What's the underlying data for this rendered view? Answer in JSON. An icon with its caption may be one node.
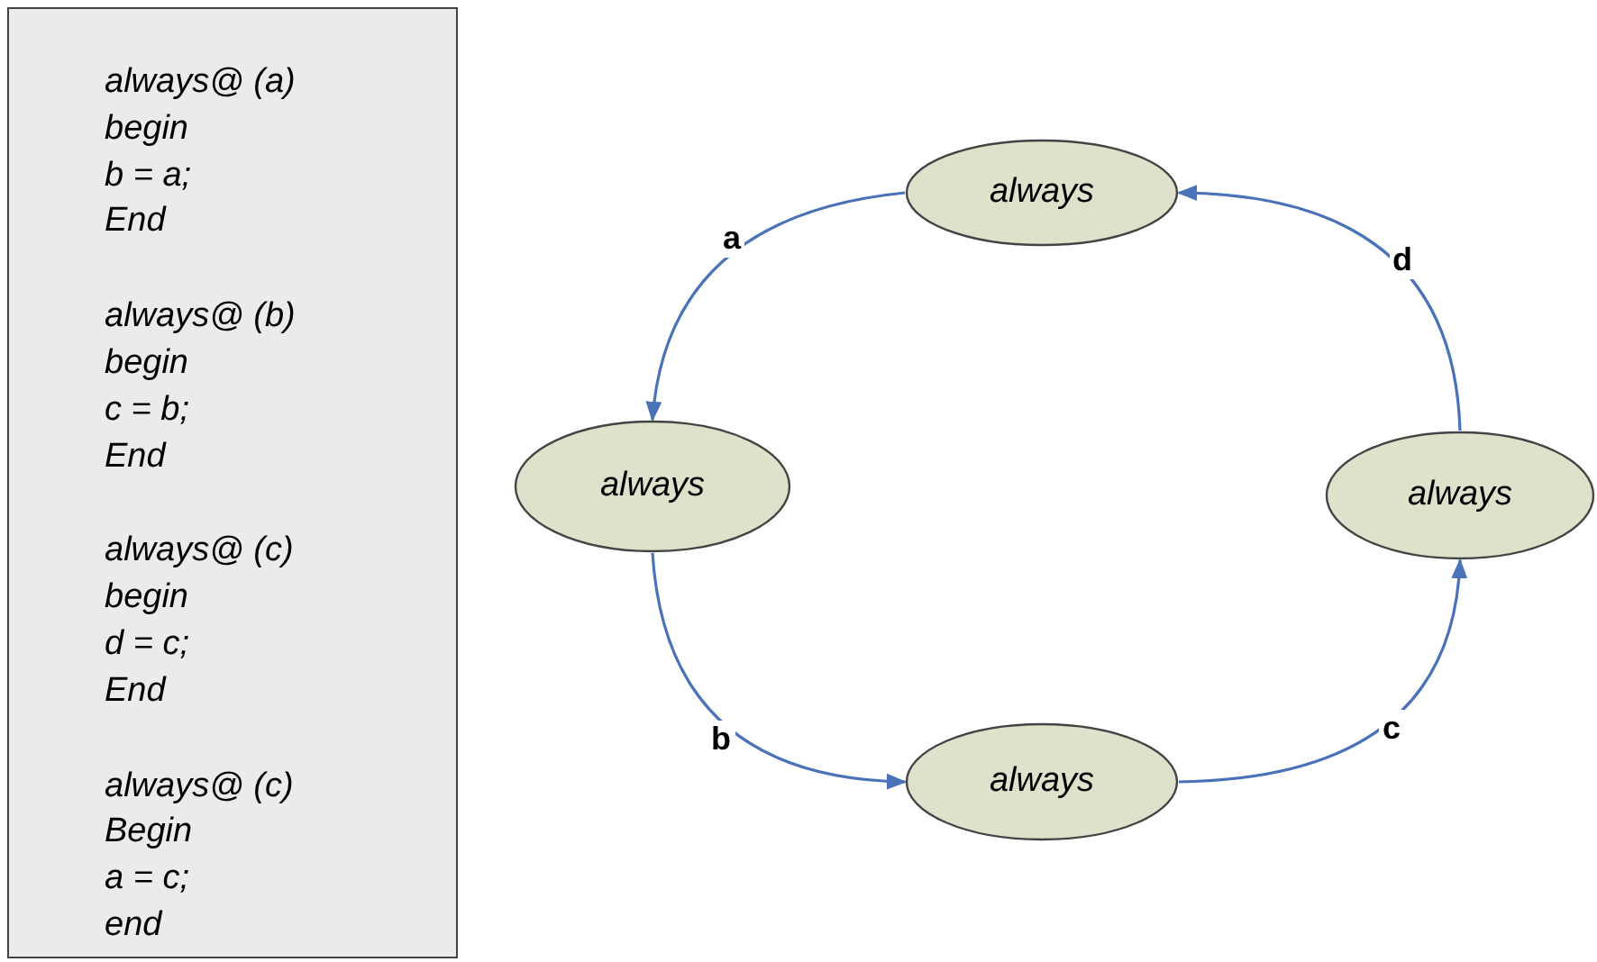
{
  "diagram": {
    "nodes": [
      {
        "text": [
          "always@ (a)",
          "begin",
          "b = a;",
          "End",
          "always@ (b)",
          "begin",
          "c = b;",
          "End",
          "always@ (c)",
          "begin",
          "d = c;",
          "End",
          "always@ (c)",
          "Begin",
          "a = c;",
          "end"
        ]
      },
      {
        "text": [
          "always"
        ]
      },
      {
        "text": [
          "always"
        ]
      },
      {
        "text": [
          "always"
        ]
      },
      {
        "text": [
          "always"
        ]
      }
    ],
    "edges": [
      {
        "from": 1,
        "to": 2,
        "arrow": "to",
        "label": "a"
      },
      {
        "from": 2,
        "to": 3,
        "arrow": "to",
        "label": "b"
      },
      {
        "from": 3,
        "to": 4,
        "arrow": "to",
        "label": "c"
      },
      {
        "from": 4,
        "to": 1,
        "arrow": "to",
        "label": "d"
      }
    ]
  }
}
